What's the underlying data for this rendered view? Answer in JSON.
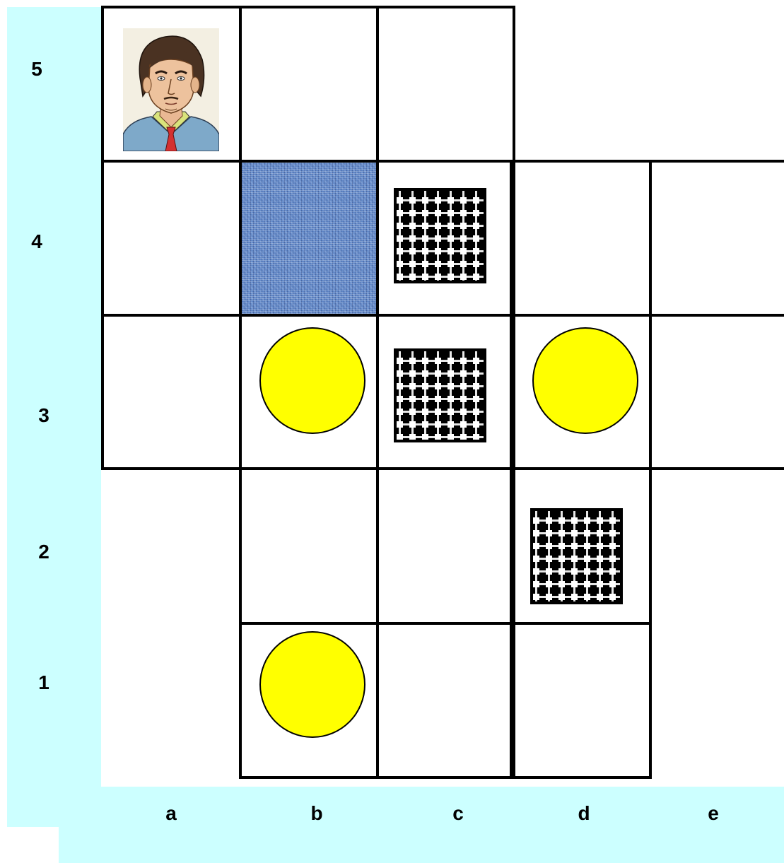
{
  "colors": {
    "background_band": "#ccffff",
    "grid_line": "#000000",
    "coin": "#ffff00",
    "water": "#5f86c6"
  },
  "board": {
    "row_labels": [
      "5",
      "4",
      "3",
      "2",
      "1"
    ],
    "column_labels": [
      "a",
      "b",
      "c",
      "d",
      "e"
    ],
    "pieces": [
      {
        "square": "a5",
        "type": "character-portrait",
        "icon": "man-portrait-icon"
      },
      {
        "square": "b4",
        "type": "water",
        "icon": "water-tile-icon"
      },
      {
        "square": "c4",
        "type": "checkered-block",
        "icon": "checkered-block-icon"
      },
      {
        "square": "c3",
        "type": "checkered-block",
        "icon": "checkered-block-icon"
      },
      {
        "square": "d2",
        "type": "checkered-block",
        "icon": "checkered-block-icon"
      },
      {
        "square": "b3",
        "type": "coin",
        "icon": "yellow-coin-icon"
      },
      {
        "square": "d3",
        "type": "coin",
        "icon": "yellow-coin-icon"
      },
      {
        "square": "b1",
        "type": "coin",
        "icon": "yellow-coin-icon"
      }
    ]
  }
}
